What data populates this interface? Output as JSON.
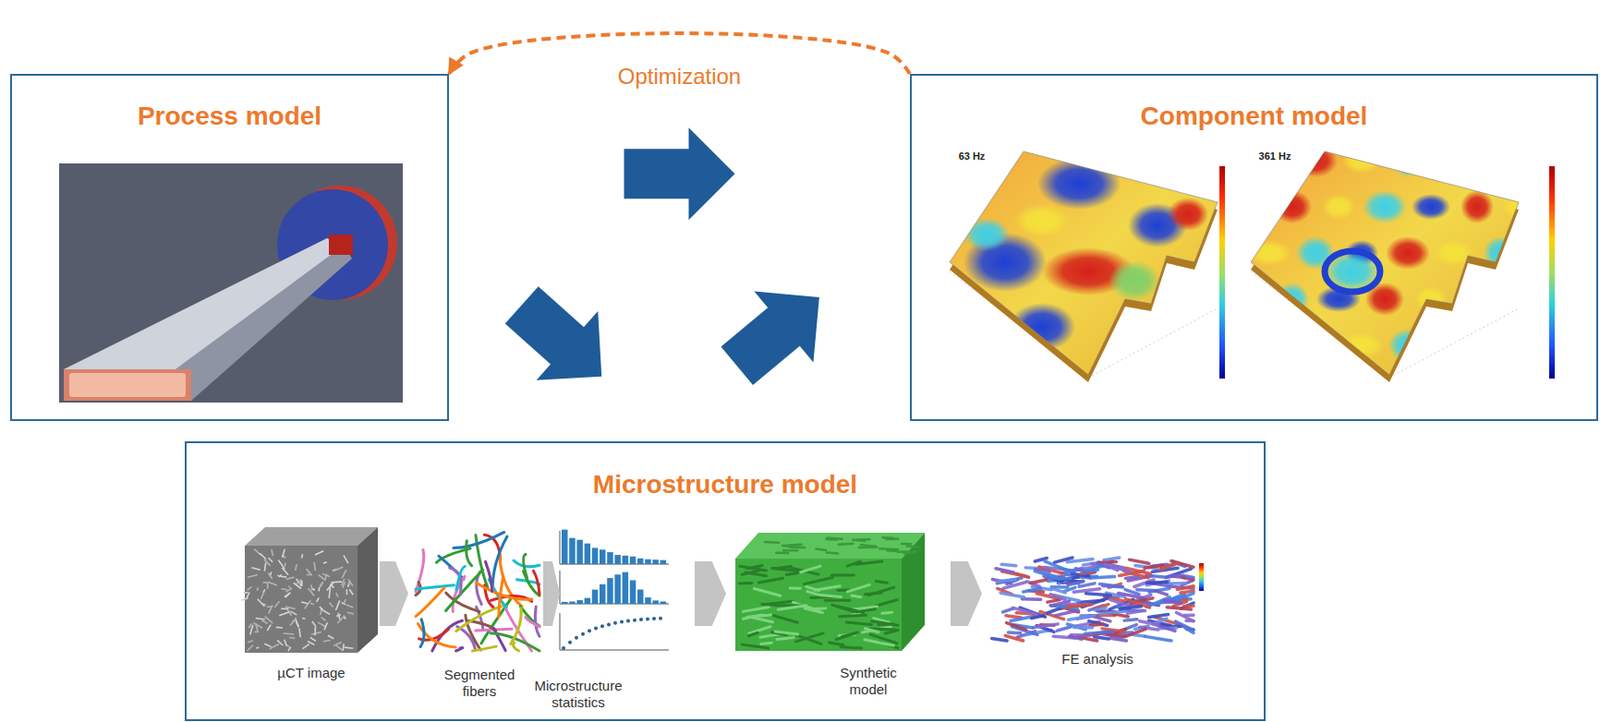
{
  "diagram": {
    "nodes": [
      {
        "text": [
          "Process model"
        ]
      },
      {
        "text": [
          "Component model"
        ]
      },
      {
        "text": [
          "Microstructure model"
        ]
      }
    ],
    "edges": [
      {
        "from": 0,
        "to": 1,
        "arrow": "to"
      },
      {
        "from": 0,
        "to": 2,
        "arrow": "to"
      },
      {
        "from": 2,
        "to": 1,
        "arrow": "to"
      },
      {
        "from": 1,
        "to": 0,
        "arrow": "to",
        "label": "Optimization"
      }
    ],
    "labels": [
      "63 Hz",
      "361 Hz",
      "µCT image",
      "Segmented fibers",
      "Microstructure statistics",
      "Synthetic model",
      "FE analysis"
    ]
  }
}
